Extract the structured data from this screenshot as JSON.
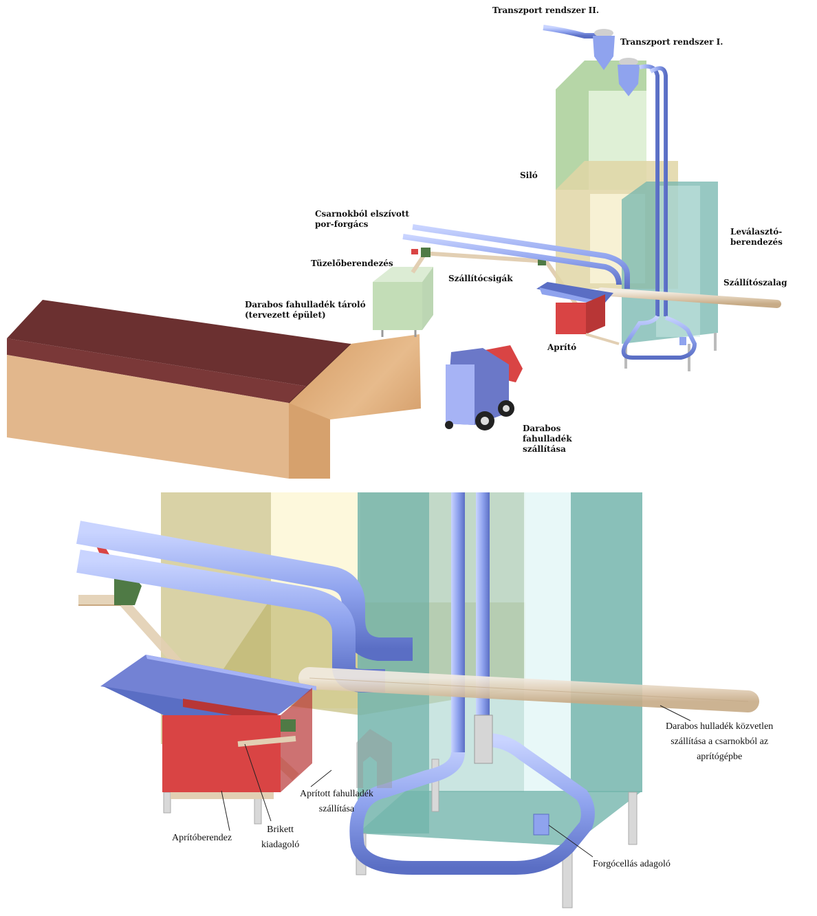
{
  "top_labels": {
    "transport2": "Transzport rendszer II.",
    "transport1": "Transzport rendszer I.",
    "silo": "Siló",
    "csarnok": "Csarnokból elszívott\npor-forgács",
    "levalaszto": "Leválasztó-\nberendezés",
    "tuzelo": "Tüzelőberendezés",
    "szallitocsigak": "Szállítócsigák",
    "szallitoszalag": "Szállítószalag",
    "tarolo": "Darabos fahulladék tároló\n(tervezett épület)",
    "aprito": "Aprító",
    "darabos_szallitas": "Darabos\nfahulladék\nszállítása"
  },
  "bottom_labels": {
    "kozvetlen": "Darabos hulladék közvetlen\nszállítása a csarnokból az\naprítógépbe",
    "aprított": "Aprított fahulladék\nszállítása",
    "aprito_berendez": "Aprítóberendez",
    "brikett": "Brikett\nkiadagoló",
    "forgocellas": "Forgócellás adagoló"
  },
  "colors": {
    "pipe": "#8fa3ee",
    "silo_green": "#a9cf98",
    "silo_yellow": "#e1d6a6",
    "separator_teal": "#74b5ad",
    "red": "#d94444",
    "roof": "#6b3030",
    "wood": "#e2b891"
  }
}
